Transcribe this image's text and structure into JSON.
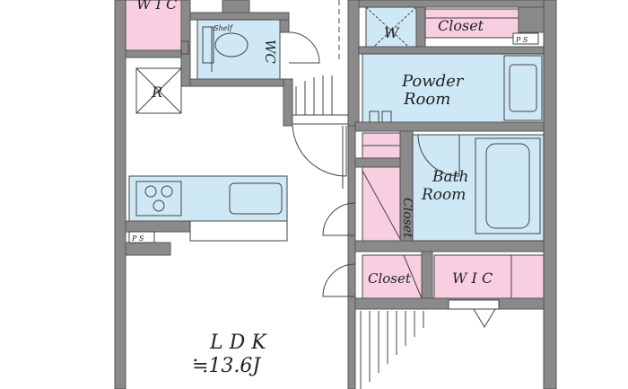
{
  "floorplan": {
    "rooms": {
      "wic_top": "W I C",
      "shelf": "Shelf",
      "wc": "WC",
      "w_top": "W",
      "closet_top": "Closet",
      "ps_top": "P S",
      "r": "R",
      "powder_line1": "Powder",
      "powder_line2": "Room",
      "closet_vertical": "Closet",
      "bath_line1": "Bath",
      "bath_line2": "Room",
      "ps_left": "P S",
      "closet_lower": "Closet",
      "wic_lower": "W I C",
      "ldk_line1": "L D K",
      "ldk_line2": "≒13.6J"
    },
    "colors": {
      "wall": "#8a8a8a",
      "pink": "#f7cfe1",
      "blue": "#cfe8f6"
    }
  }
}
